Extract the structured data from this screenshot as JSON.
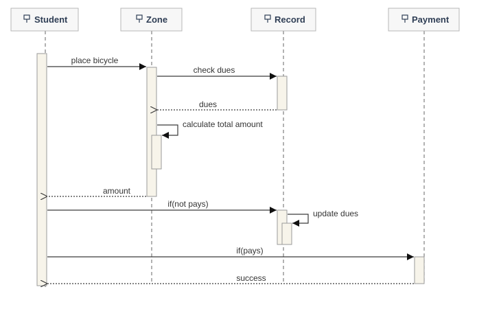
{
  "lifelines": [
    {
      "key": "student",
      "title": "Student",
      "icon": "lifeline-icon"
    },
    {
      "key": "zone",
      "title": "Zone",
      "icon": "lifeline-icon"
    },
    {
      "key": "record",
      "title": "Record",
      "icon": "lifeline-icon"
    },
    {
      "key": "payment",
      "title": "Payment",
      "icon": "lifeline-icon"
    }
  ],
  "messages": [
    {
      "key": "place-bicycle",
      "label": "place bicycle",
      "from": "student",
      "to": "zone",
      "kind": "sync"
    },
    {
      "key": "check-dues",
      "label": "check dues",
      "from": "zone",
      "to": "record",
      "kind": "sync"
    },
    {
      "key": "dues",
      "label": "dues",
      "from": "record",
      "to": "zone",
      "kind": "reply"
    },
    {
      "key": "calculate-total-amount",
      "label": "calculate total amount",
      "from": "zone",
      "to": "zone",
      "kind": "self"
    },
    {
      "key": "amount",
      "label": "amount",
      "from": "zone",
      "to": "student",
      "kind": "reply"
    },
    {
      "key": "if-not-pays",
      "label": "if(not pays)",
      "from": "student",
      "to": "record",
      "kind": "sync"
    },
    {
      "key": "update-dues",
      "label": "update dues",
      "from": "record",
      "to": "record",
      "kind": "self"
    },
    {
      "key": "if-pays",
      "label": "if(pays)",
      "from": "student",
      "to": "payment",
      "kind": "sync"
    },
    {
      "key": "success",
      "label": "success",
      "from": "payment",
      "to": "student",
      "kind": "reply"
    }
  ],
  "colors": {
    "header_fill": "#f7f7f7",
    "header_border": "#b7b7b7",
    "title_text": "#2f3e55",
    "activation_fill": "#f7f4ea",
    "line": "#3a3a3a"
  }
}
